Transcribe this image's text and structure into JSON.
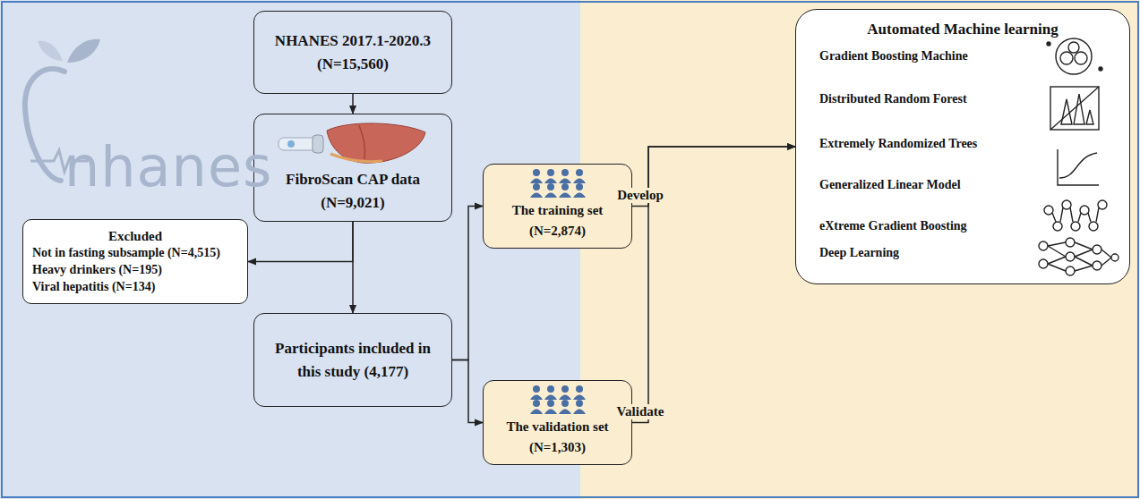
{
  "diagram": {
    "nodes": [
      {
        "text": [
          "NHANES 2017.1-2020.3 (N=15,560)"
        ]
      },
      {
        "text": [
          "FibroScan CAP data (N=9,021)"
        ]
      },
      {
        "text": [
          "Excluded",
          "Not in fasting subsample (N=4,515)",
          "Heavy drinkers (N=195)",
          "Viral hepatitis (N=134)"
        ]
      },
      {
        "text": [
          "Participants included in this study (4,177)"
        ]
      },
      {
        "text": [
          "The training set (N=2,874)"
        ]
      },
      {
        "text": [
          "The validation set (N=1,303)"
        ]
      },
      {
        "text": [
          "Automated Machine learning",
          "Gradient Boosting Machine",
          "Distributed Random Forest",
          "Extremely Randomized Trees",
          "Generalized Linear Model",
          "eXtreme Gradient Boosting",
          "Deep Learning"
        ]
      }
    ],
    "edges": [
      {
        "from": 0,
        "to": 1,
        "arrow": "to"
      },
      {
        "from": 1,
        "to": 2,
        "arrow": "to"
      },
      {
        "from": 1,
        "to": 3,
        "arrow": "to"
      },
      {
        "from": 3,
        "to": 4,
        "arrow": "to"
      },
      {
        "from": 3,
        "to": 5,
        "arrow": "to"
      },
      {
        "from": 4,
        "to": 6,
        "label": "Develop",
        "arrow": "to"
      },
      {
        "from": 5,
        "to": 6,
        "label": "Validate",
        "arrow": "to"
      }
    ],
    "labels": [
      "nhanes"
    ]
  }
}
